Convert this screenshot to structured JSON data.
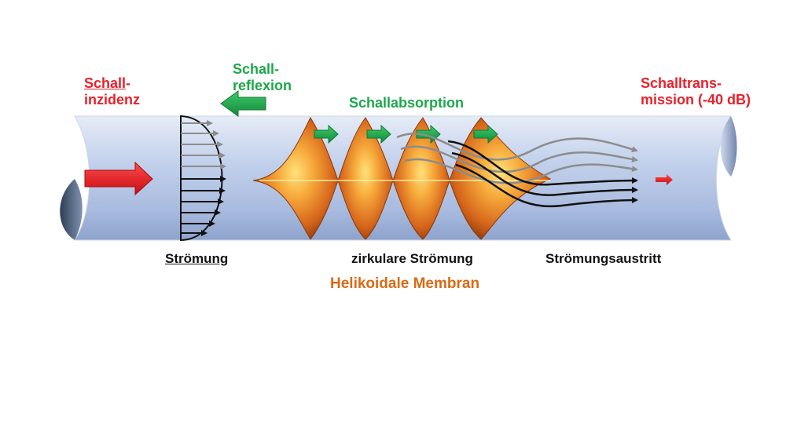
{
  "labels": {
    "incidence_schall": "Schall",
    "incidence_suffix": "-",
    "incidence_line2": "inzidenz",
    "reflection_line1": "Schall-",
    "reflection_line2": "reflexion",
    "absorption": "Schallabsorption",
    "transmission_line1": "Schalltrans-",
    "transmission_line2": "mission (-40 dB)",
    "flow": "Strömung",
    "circular_flow": "zirkulare Strömung",
    "flow_exit": "Strömungsaustritt",
    "membrane": "Helikoidale Membran"
  },
  "colors": {
    "incidence_red": "#e8212b",
    "reflection_green": "#1ca84a",
    "membrane_orange": "#d86a15",
    "pipe_blue": "#b9c9e6"
  }
}
